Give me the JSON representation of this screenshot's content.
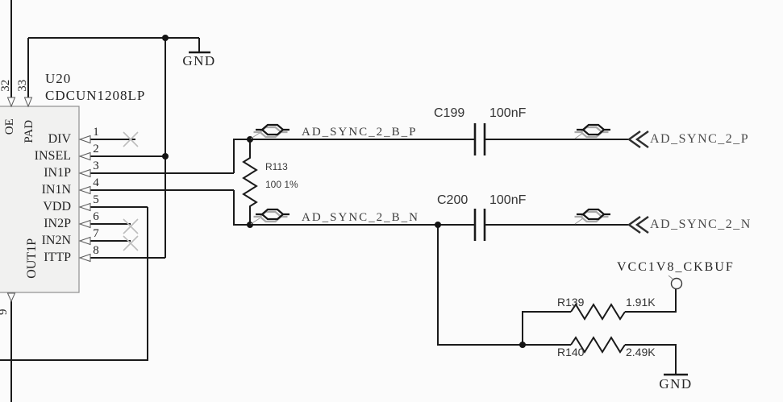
{
  "ic": {
    "refdes": "U20",
    "part_number": "CDCUN1208LP",
    "pins_right": [
      {
        "num": "1",
        "name": "DIV"
      },
      {
        "num": "2",
        "name": "INSEL"
      },
      {
        "num": "3",
        "name": "IN1P"
      },
      {
        "num": "4",
        "name": "IN1N"
      },
      {
        "num": "5",
        "name": "VDD"
      },
      {
        "num": "6",
        "name": "IN2P"
      },
      {
        "num": "7",
        "name": "IN2N"
      },
      {
        "num": "8",
        "name": "ITTP"
      }
    ],
    "pins_top": [
      {
        "num": "32",
        "name": "OE"
      },
      {
        "num": "33",
        "name": "PAD"
      }
    ],
    "pin_bottom": {
      "num": "9",
      "name": "OUT1P"
    }
  },
  "nets": {
    "diff_pair_p": "AD_SYNC_2_B_P",
    "diff_pair_n": "AD_SYNC_2_B_N",
    "offpage_p": "AD_SYNC_2_P",
    "offpage_n": "AD_SYNC_2_N",
    "power_rail": "VCC1V8_CKBUF",
    "ground_top": "GND",
    "ground_bottom": "GND"
  },
  "components": {
    "r113": {
      "refdes": "R113",
      "value": "100 1%"
    },
    "c199": {
      "refdes": "C199",
      "value": "100nF"
    },
    "c200": {
      "refdes": "C200",
      "value": "100nF"
    },
    "r139": {
      "refdes": "R139",
      "value": "1.91K"
    },
    "r140": {
      "refdes": "R140",
      "value": "2.49K"
    }
  },
  "colors": {
    "wire": "#1a1a1a",
    "ic_fill": "#f1f1f0",
    "no_connect_x": "#bdbdbd",
    "net_text": "#3b3b3b"
  }
}
